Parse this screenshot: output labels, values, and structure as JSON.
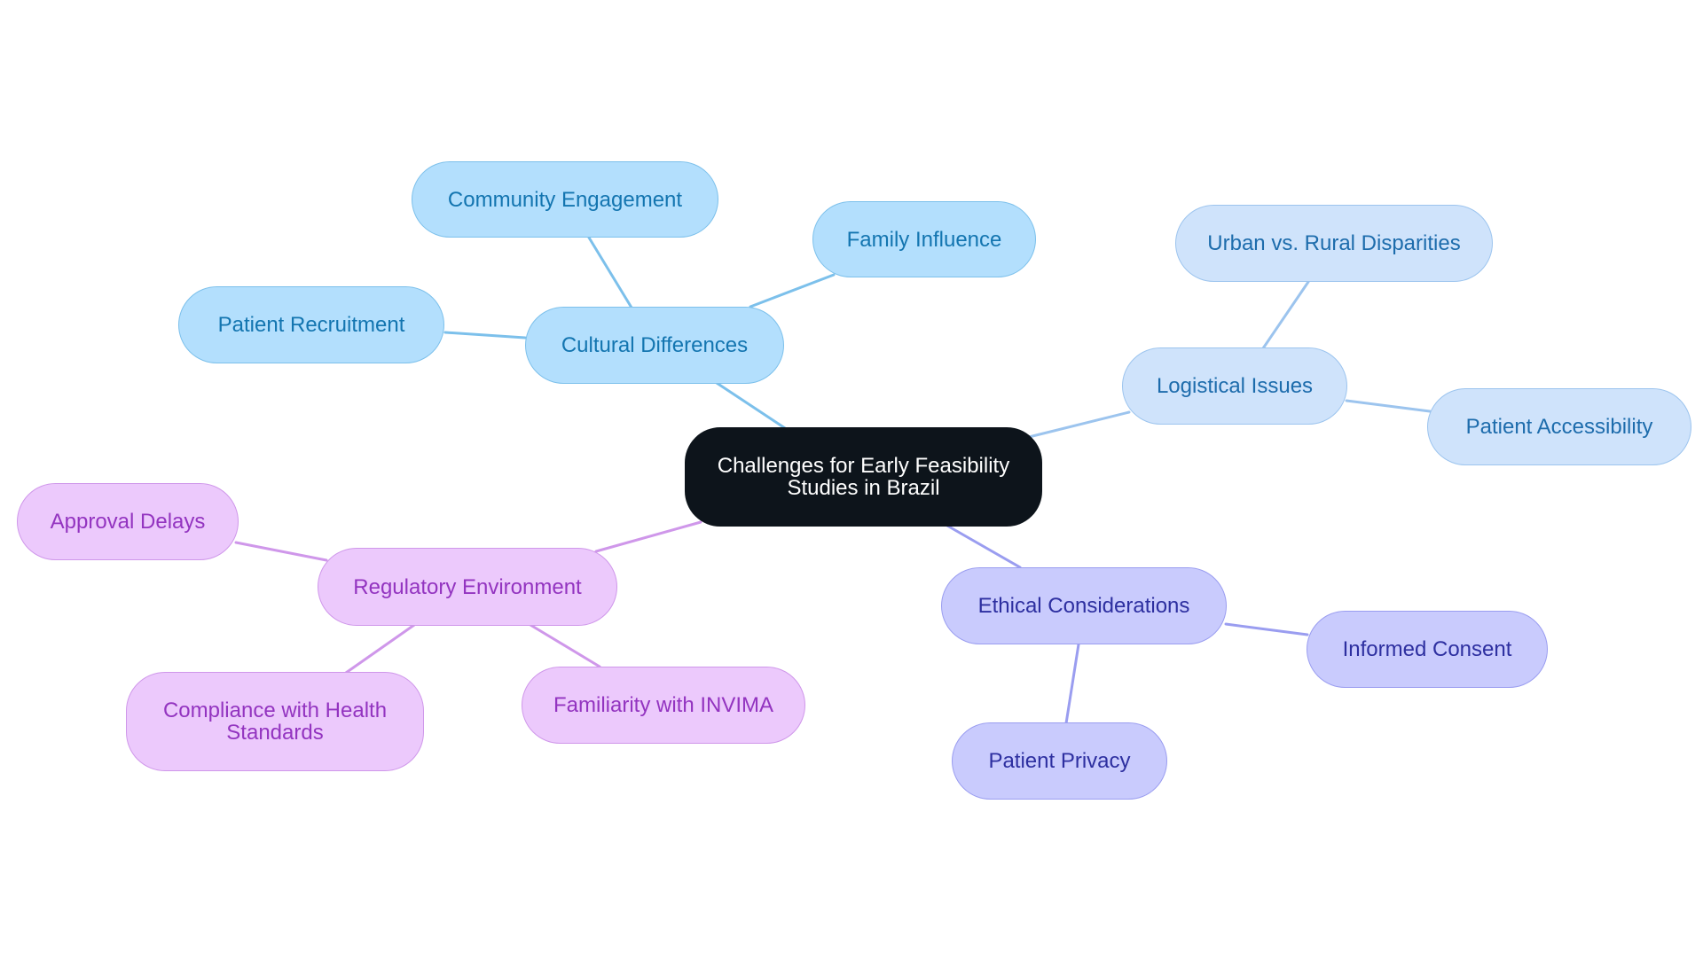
{
  "diagram": {
    "root": {
      "label": "Challenges for Early Feasibility Studies in Brazil"
    },
    "branches": [
      {
        "label": "Cultural Differences",
        "color": "#7cc0eb",
        "children": [
          "Community Engagement",
          "Family Influence",
          "Patient Recruitment"
        ]
      },
      {
        "label": "Logistical Issues",
        "color": "#9cc4ee",
        "children": [
          "Urban vs. Rural Disparities",
          "Patient Accessibility"
        ]
      },
      {
        "label": "Ethical Considerations",
        "color": "#9a9df0",
        "children": [
          "Informed Consent",
          "Patient Privacy"
        ]
      },
      {
        "label": "Regulatory Environment",
        "color": "#cf97ea",
        "children": [
          "Approval Delays",
          "Compliance with Health Standards",
          "Familiarity with INVIMA"
        ]
      }
    ]
  }
}
